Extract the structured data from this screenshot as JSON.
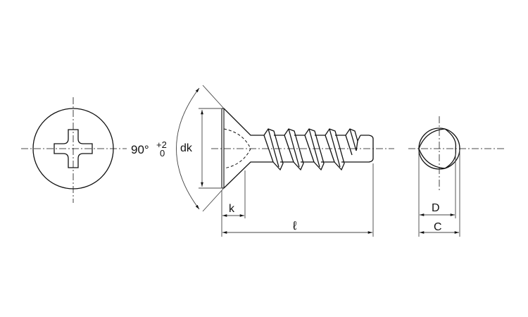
{
  "drawing": {
    "angle_label": "90°",
    "angle_tol_plus": "+2",
    "angle_tol_minus": "0",
    "dk_label": "dk",
    "k_label": "k",
    "l_label": "ℓ",
    "D_label": "D",
    "C_label": "C"
  },
  "colors": {
    "line": "#111111",
    "dim": "#555555"
  }
}
